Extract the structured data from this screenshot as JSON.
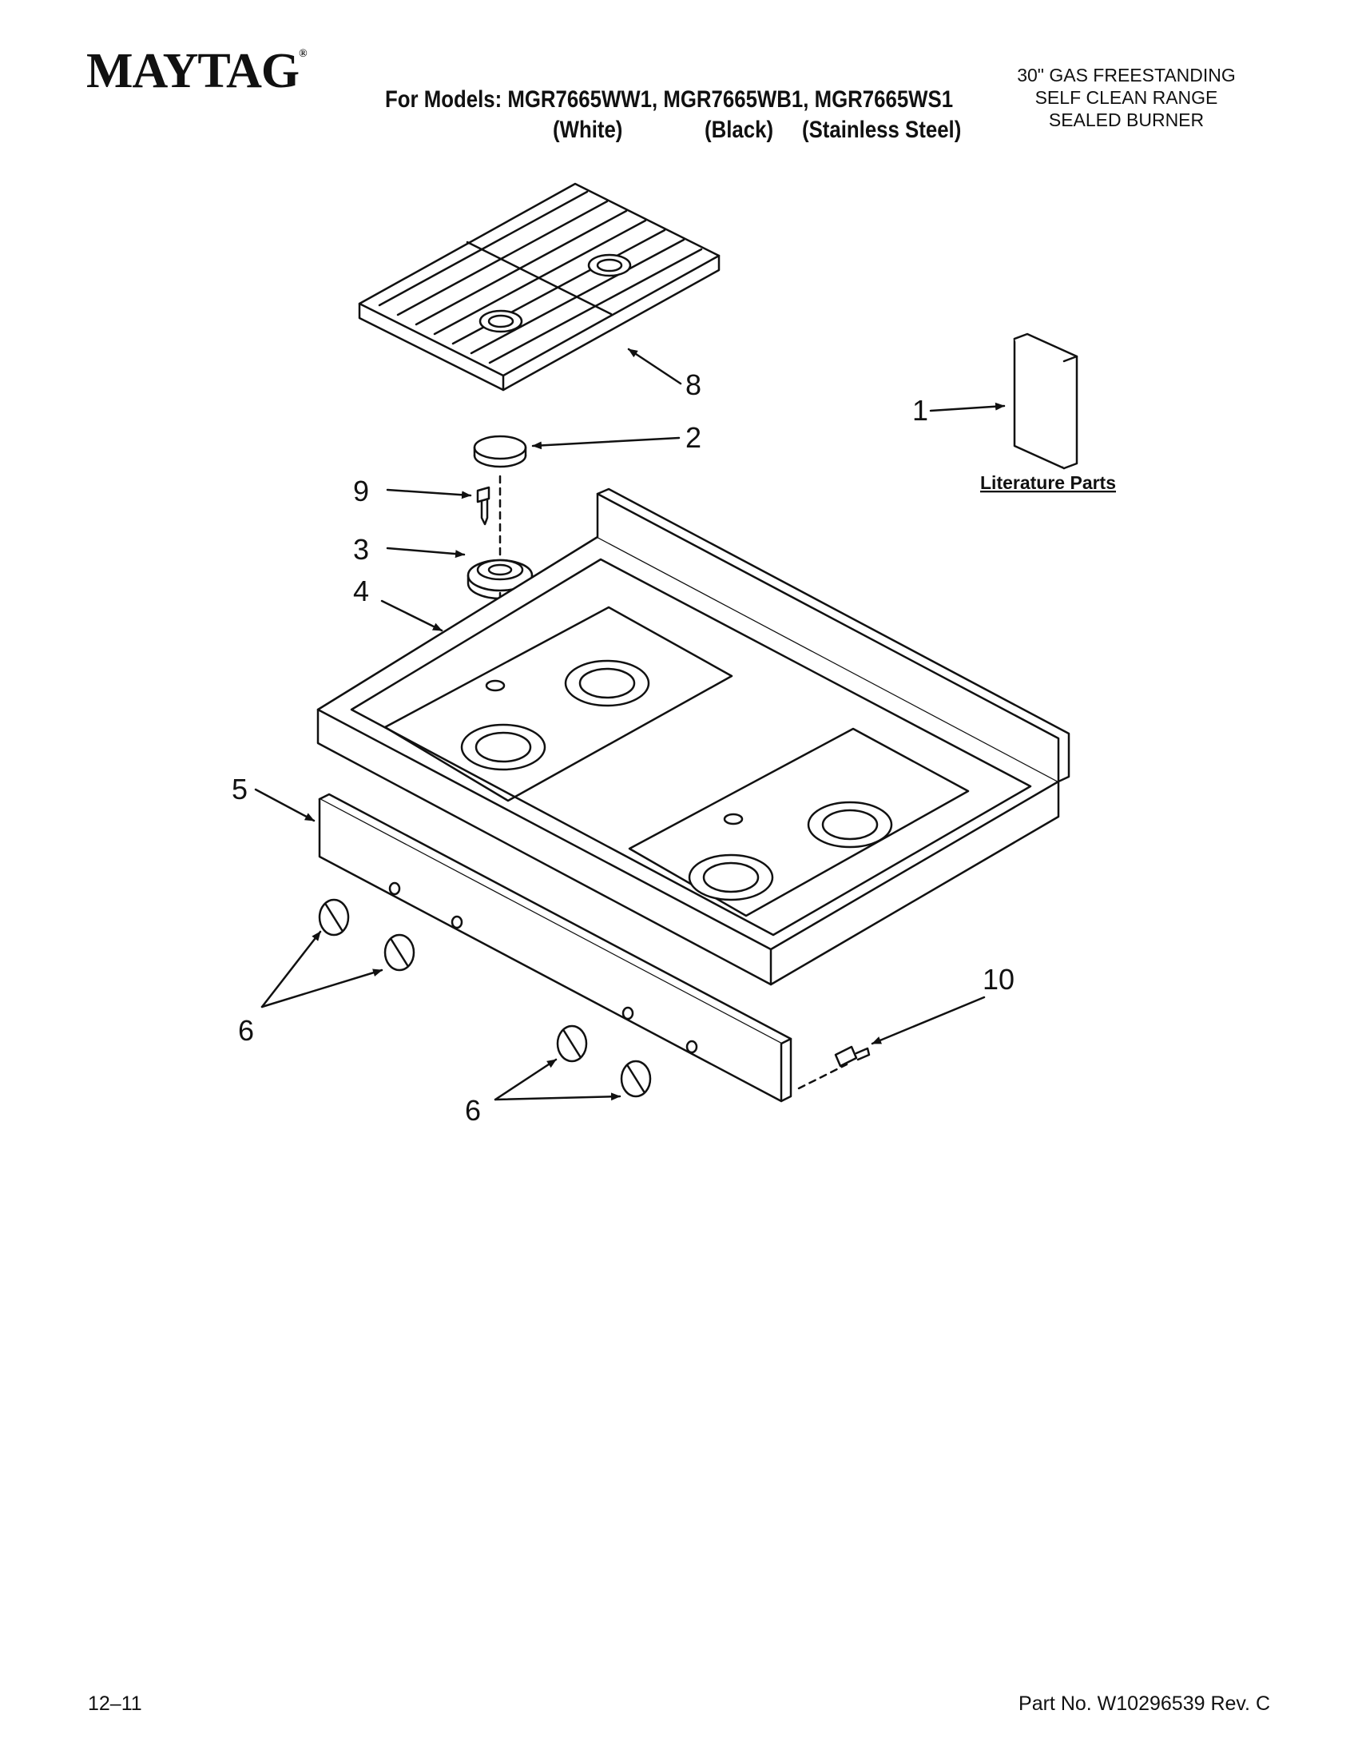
{
  "header": {
    "brand": "MAYTAG",
    "brand_mark": "®",
    "models_line": "For Models: MGR7665WW1, MGR7665WB1, MGR7665WS1",
    "variant_white": "(White)",
    "variant_black": "(Black)",
    "variant_stainless": "(Stainless Steel)",
    "product_type": [
      "30\" GAS FREESTANDING",
      "SELF CLEAN RANGE",
      "SEALED BURNER"
    ]
  },
  "diagram": {
    "callouts": {
      "c1": "1",
      "c2": "2",
      "c3": "3",
      "c4": "4",
      "c5": "5",
      "c6a": "6",
      "c6b": "6",
      "c8": "8",
      "c9": "9",
      "c10": "10"
    },
    "literature_label": "Literature Parts"
  },
  "footer": {
    "date_code": "12–11",
    "part_number": "Part No. W10296539 Rev. C"
  }
}
